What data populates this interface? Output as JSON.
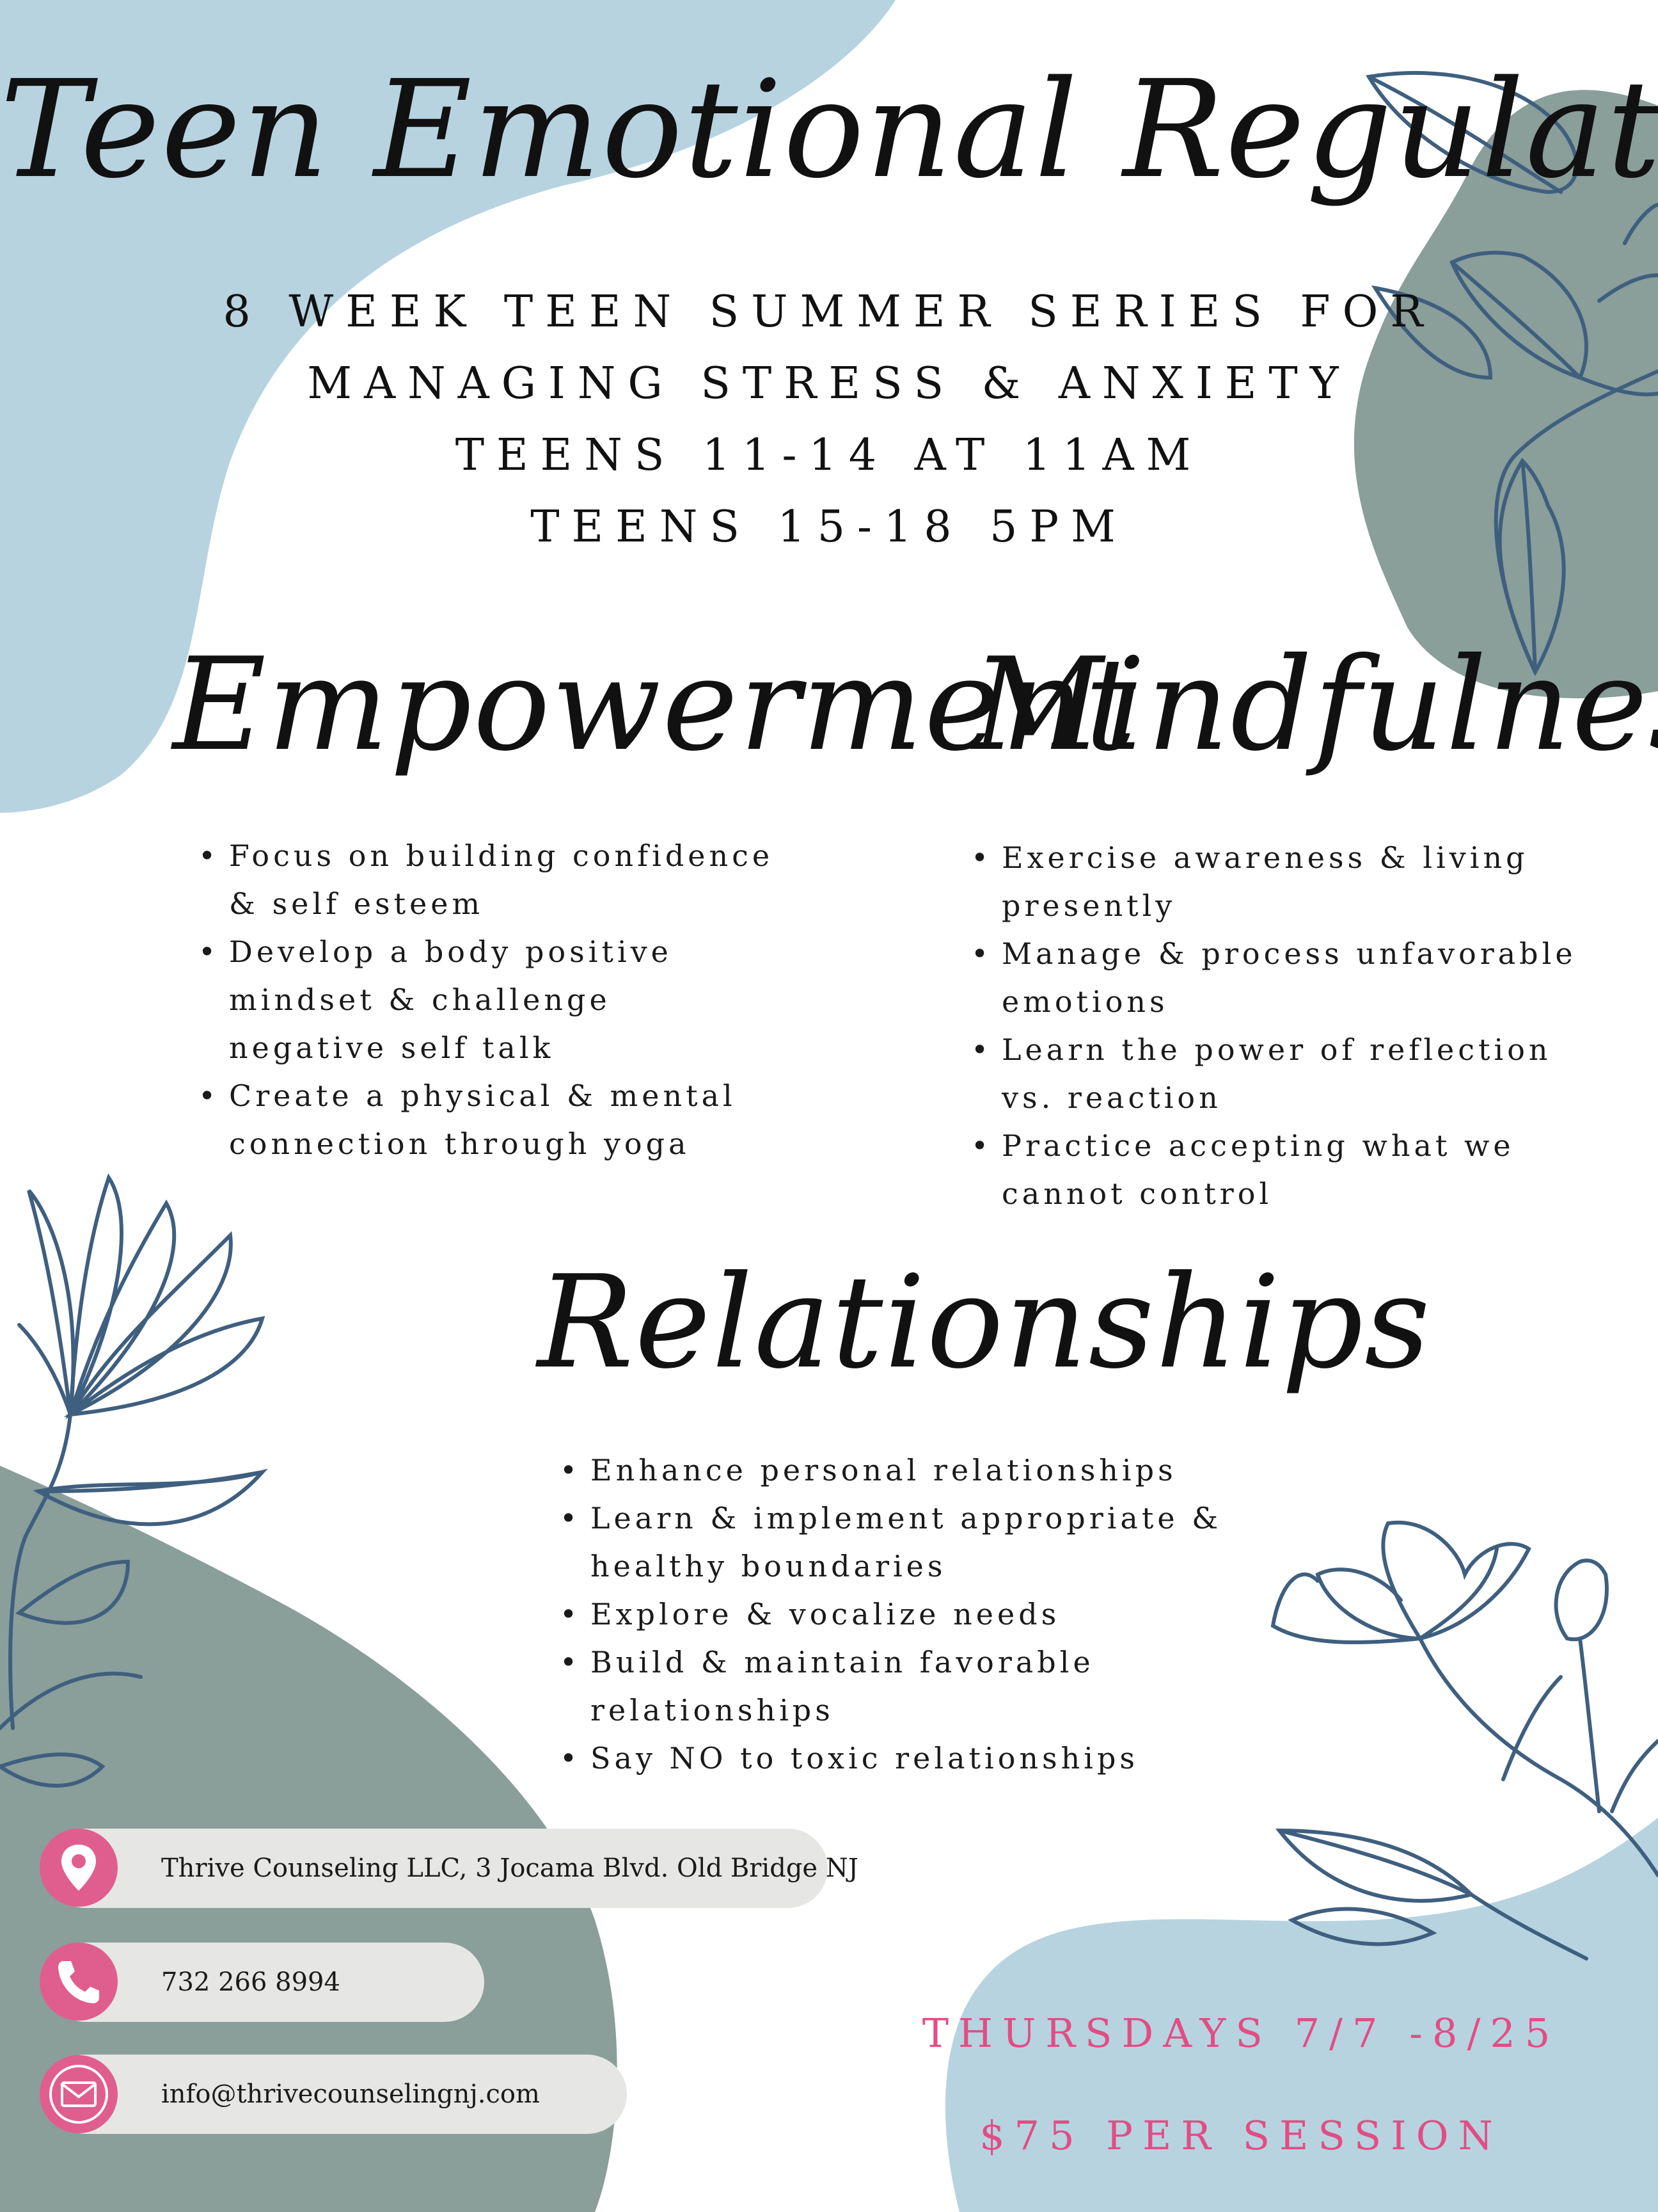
{
  "title": "Teen Emotional Regulation",
  "subtitle_lines": [
    "8 WEEK TEEN SUMMER SERIES FOR",
    "MANAGING STRESS & ANXIETY",
    "TEENS 11-14 AT 11AM",
    "TEENS 15-18 5PM"
  ],
  "sections": {
    "empowerment": {
      "heading": "Empowerment",
      "items": [
        "Focus on building confidence & self esteem",
        "Develop a body positive mindset & challenge negative self talk",
        "Create a physical & mental connection through yoga"
      ]
    },
    "mindfulness": {
      "heading": "Mindfulness",
      "items": [
        "Exercise awareness & living presently",
        "Manage & process unfavorable emotions",
        "Learn the power of reflection vs. reaction",
        "Practice accepting what we cannot control"
      ]
    },
    "relationships": {
      "heading": "Relationships",
      "items": [
        "Enhance personal relationships",
        "Learn & implement appropriate & healthy boundaries",
        "Explore & vocalize needs",
        "Build & maintain favorable relationships",
        "Say NO to toxic relationships"
      ]
    }
  },
  "contact": {
    "address": "Thrive Counseling LLC, 3 Jocama Blvd. Old Bridge NJ",
    "phone": "732 266 8994",
    "email": "info@thrivecounselingnj.com",
    "address_icon": "location-pin-icon",
    "phone_icon": "phone-icon",
    "email_icon": "envelope-icon"
  },
  "schedule": {
    "days": "THURSDAYS 7/7 -8/25",
    "price": "$75 PER SESSION"
  },
  "colors": {
    "light_blue": "#b7d3e0",
    "sage": "#8a9e9a",
    "line_art": "#3f5f7f",
    "pink_accent": "#e24d84",
    "pill_gray": "#e6e6e4"
  }
}
